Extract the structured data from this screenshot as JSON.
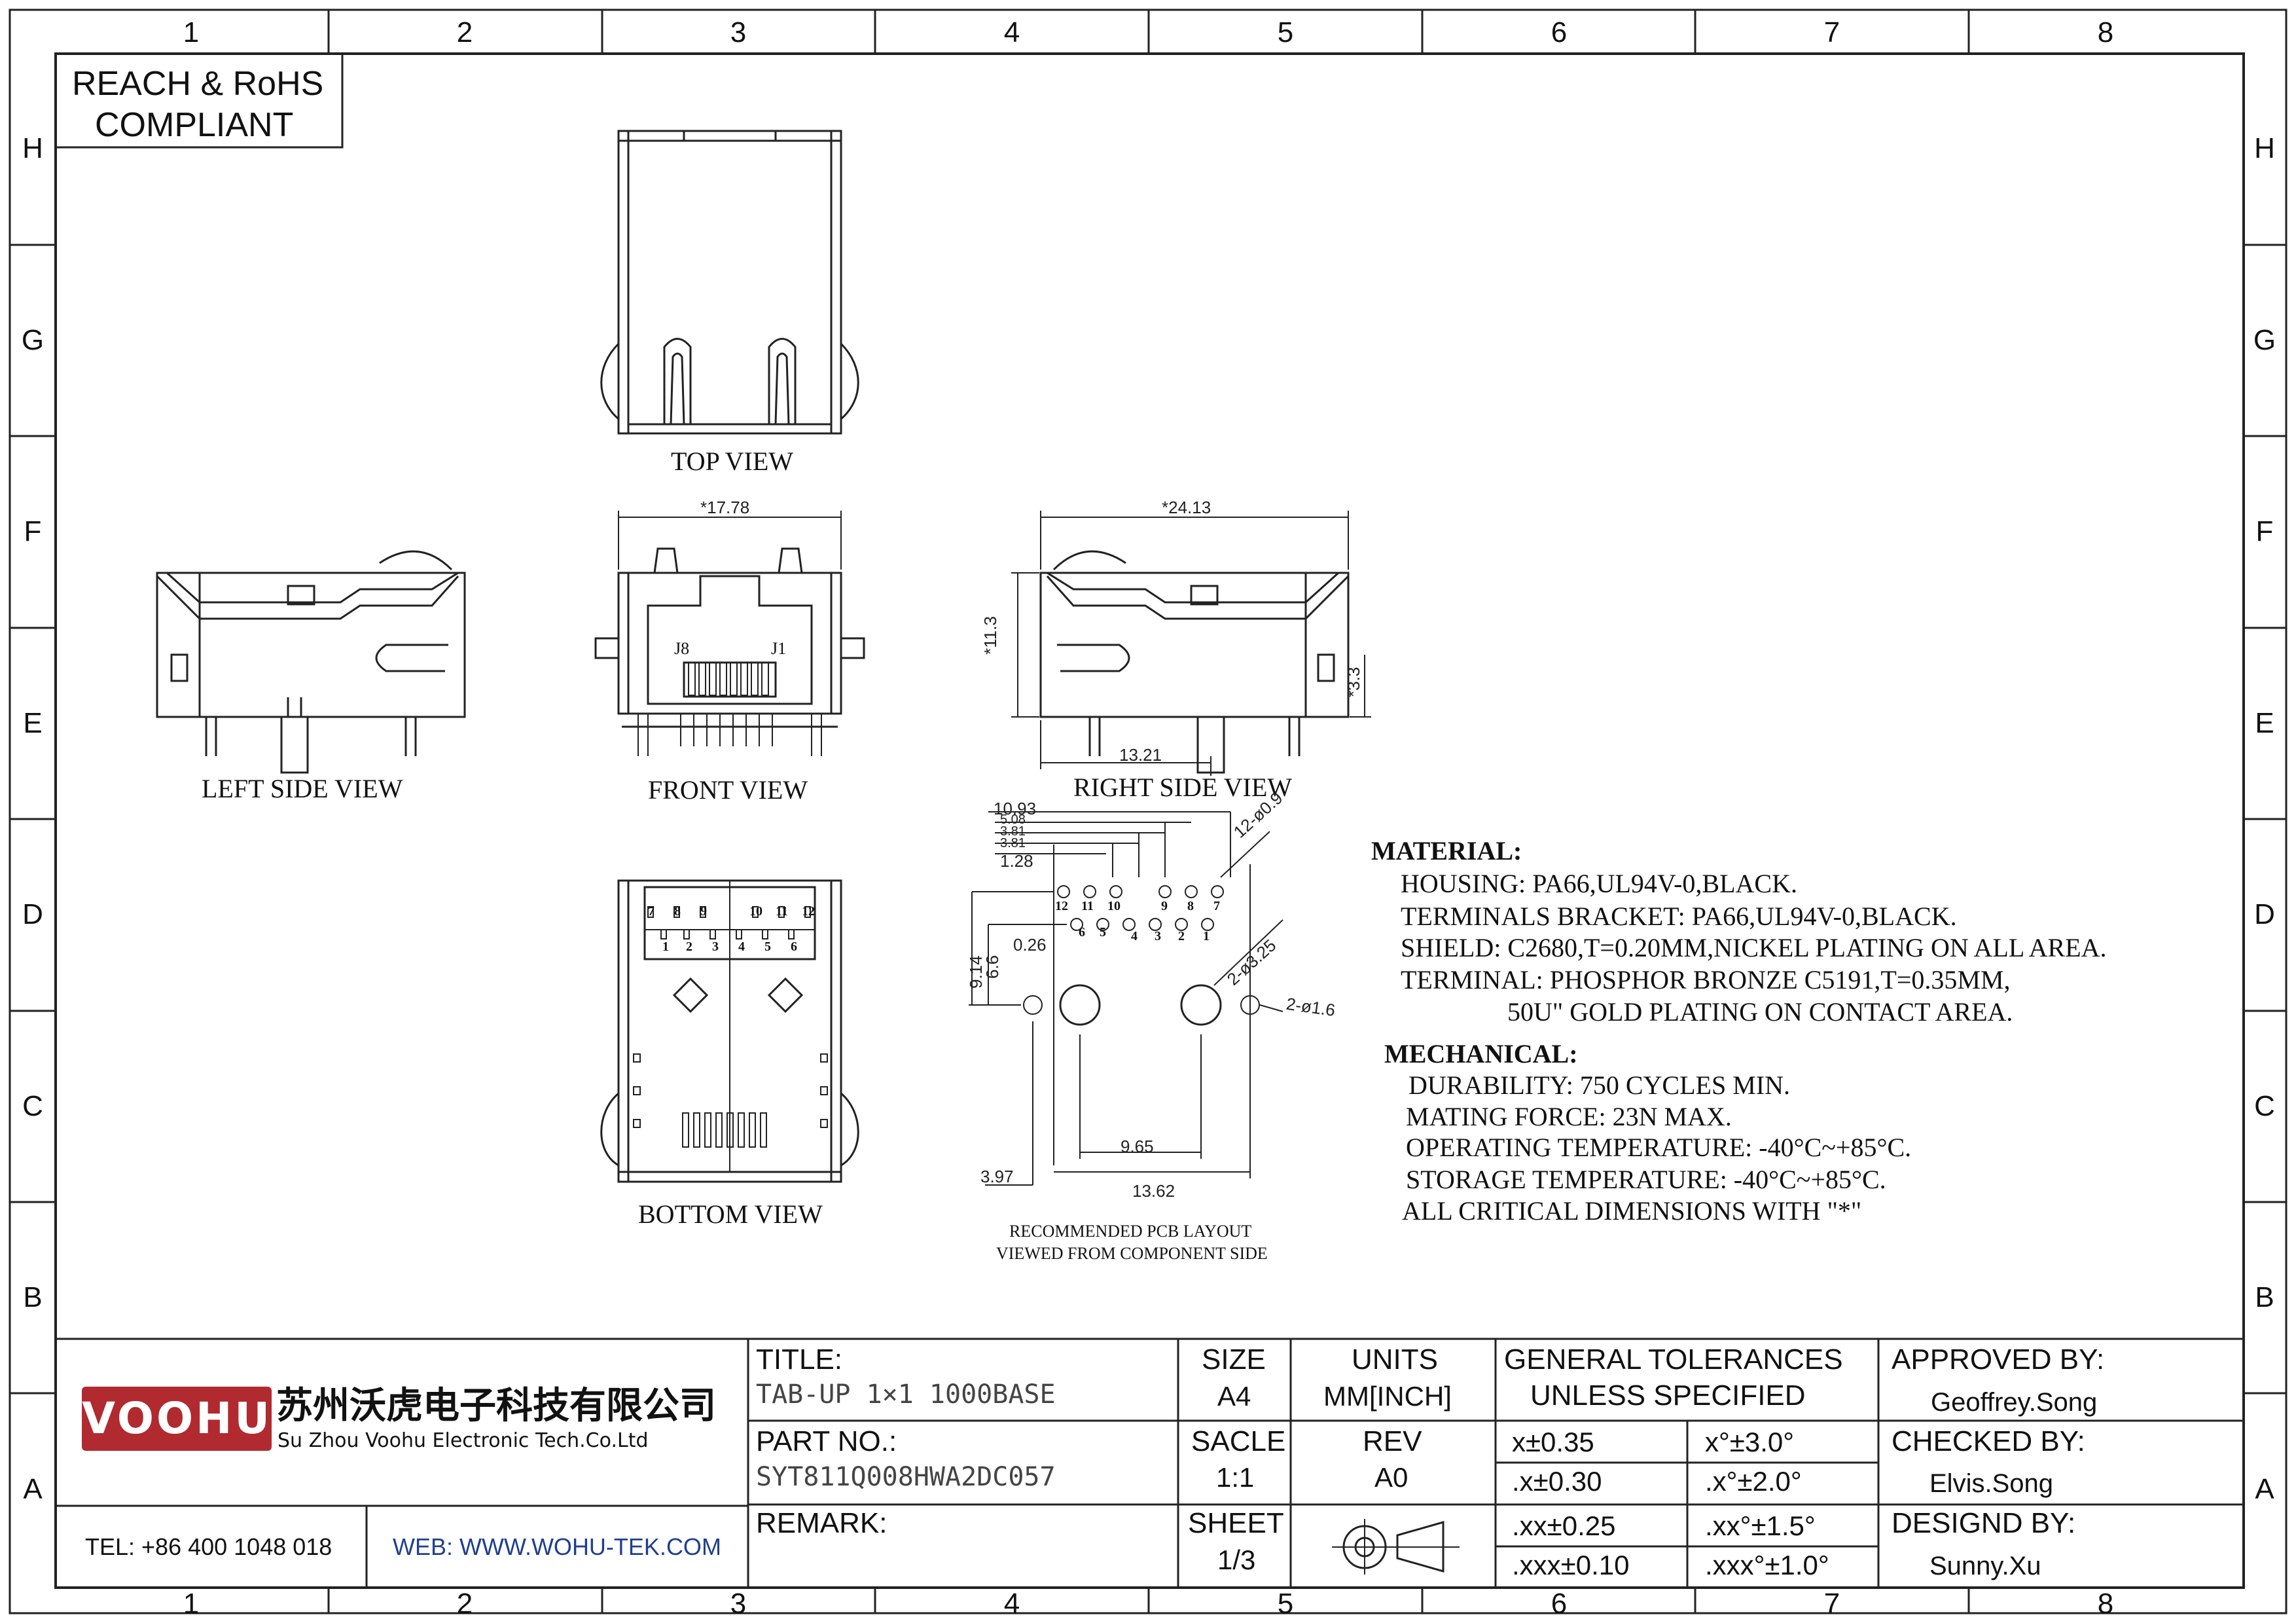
{
  "grid": {
    "columns": [
      "1",
      "2",
      "3",
      "4",
      "5",
      "6",
      "7",
      "8"
    ],
    "rows": [
      "H",
      "G",
      "F",
      "E",
      "D",
      "C",
      "B",
      "A"
    ]
  },
  "compliance": {
    "line1": "REACH & RoHS",
    "line2": "COMPLIANT"
  },
  "views": {
    "top": "TOP VIEW",
    "left_side": "LEFT SIDE VIEW",
    "front": "FRONT VIEW",
    "right_side": "RIGHT SIDE VIEW",
    "bottom": "BOTTOM VIEW",
    "pcb_line1": "RECOMMENDED PCB LAYOUT",
    "pcb_line2": "VIEWED FROM COMPONENT SIDE"
  },
  "dimensions": {
    "front_width": "*17.78",
    "right_width": "*24.13",
    "right_height": "*11.3",
    "right_depth": "13.21",
    "right_peg": "*3.3",
    "pcb_d1": "10.93",
    "pcb_d2": "5.08",
    "pcb_d3": "3.81",
    "pcb_d4": "3.81",
    "pcb_d5": "1.28",
    "pcb_holes_small": "12-ø0.9",
    "pcb_holes_large": "2-ø3.25",
    "pcb_holes_peg": "2-ø1.6",
    "pcb_v1": "9.14",
    "pcb_v2": "6.6",
    "pcb_offset": "0.26",
    "pcb_span1": "9.65",
    "pcb_span2": "13.62",
    "pcb_side": "3.97"
  },
  "pins": {
    "front_left": "J8",
    "front_right": "J1",
    "bottom_top_row": [
      "7",
      "8",
      "9",
      "10",
      "11",
      "12"
    ],
    "bottom_bottom_row": [
      "1",
      "2",
      "3",
      "4",
      "5",
      "6"
    ],
    "pcb_top_row": [
      "12",
      "11",
      "10",
      "9",
      "8",
      "7"
    ],
    "pcb_bottom_row": [
      "6",
      "5",
      "4",
      "3",
      "2",
      "1"
    ]
  },
  "material": {
    "heading": "MATERIAL:",
    "housing": "HOUSING: PA66,UL94V-0,BLACK.",
    "bracket": "TERMINALS BRACKET: PA66,UL94V-0,BLACK.",
    "shield": "SHIELD: C2680,T=0.20MM,NICKEL PLATING ON ALL AREA.",
    "terminal": "TERMINAL: PHOSPHOR BRONZE C5191,T=0.35MM,",
    "terminal2": "50U\" GOLD PLATING ON CONTACT AREA."
  },
  "mechanical": {
    "heading": "MECHANICAL:",
    "durability": "DURABILITY: 750 CYCLES MIN.",
    "mating": "MATING FORCE: 23N MAX.",
    "operating": "OPERATING TEMPERATURE: -40°C~+85°C.",
    "storage": "STORAGE TEMPERATURE: -40°C~+85°C.",
    "critical": "ALL CRITICAL DIMENSIONS WITH \"*\""
  },
  "title_block": {
    "logo": "VOOHU",
    "company_cn": "苏州沃虎电子科技有限公司",
    "company_en": "Su Zhou Voohu Electronic Tech.Co.Ltd",
    "tel": "TEL: +86 400 1048 018",
    "web": "WEB: WWW.WOHU-TEK.COM",
    "title_label": "TITLE:",
    "title_value": "TAB-UP 1×1 1000BASE",
    "part_label": "PART NO.:",
    "part_value": "SYT811Q008HWA2DC057",
    "remark_label": "REMARK:",
    "size_label": "SIZE",
    "size_value": "A4",
    "units_label": "UNITS",
    "units_value": "MM[INCH]",
    "scale_label": "SACLE",
    "scale_value": "1:1",
    "rev_label": "REV",
    "rev_value": "A0",
    "sheet_label": "SHEET",
    "sheet_value": "1/3",
    "tol_line1": "GENERAL TOLERANCES",
    "tol_line2": "UNLESS SPECIFIED",
    "tol": [
      "x±0.35",
      "x°±3.0°",
      ".x±0.30",
      ".x°±2.0°",
      ".xx±0.25",
      ".xx°±1.5°",
      ".xxx±0.10",
      ".xxx°±1.0°"
    ],
    "approved_label": "APPROVED BY:",
    "approved_value": "Geoffrey.Song",
    "checked_label": "CHECKED BY:",
    "checked_value": "Elvis.Song",
    "design_label": "DESIGND BY:",
    "design_value": "Sunny.Xu"
  },
  "colors": {
    "brand": "#b02a30",
    "web_text": "#1f3f8f",
    "line": "#222222"
  }
}
